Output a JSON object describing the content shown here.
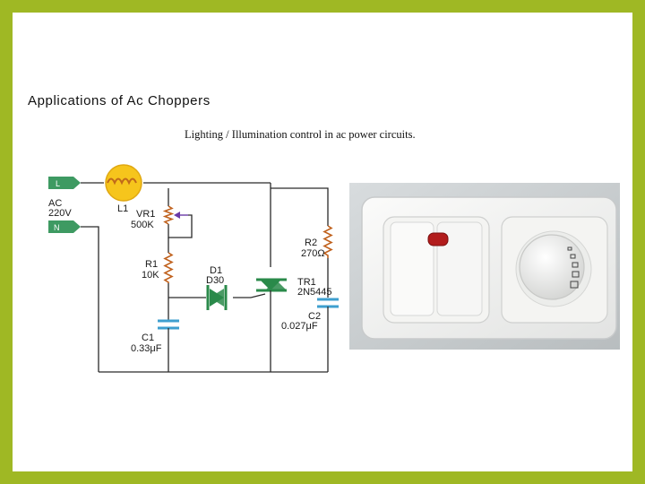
{
  "slide": {
    "title": "Applications of Ac Choppers",
    "caption": "Lighting / Illumination control in ac power circuits."
  },
  "circuit": {
    "terminal_live": "L",
    "terminal_neutral": "N",
    "supply_label": "AC",
    "supply_voltage": "220V",
    "lamp_label": "L1",
    "vr1_name": "VR1",
    "vr1_value": "500K",
    "r1_name": "R1",
    "r1_value": "10K",
    "d1_name": "D1",
    "d1_value": "D30",
    "tr1_name": "TR1",
    "tr1_value": "2N5445",
    "r2_name": "R2",
    "r2_value": "270Ω",
    "c1_name": "C1",
    "c1_value": "0.33μF",
    "c2_name": "C2",
    "c2_value": "0.027μF"
  },
  "colors": {
    "border": "#9fb824",
    "terminal": "#3e9a62",
    "lamp": "#f6c51c",
    "coil": "#c06a1a",
    "resistor": "#c0621e",
    "capacitor": "#3e9fcf",
    "triac": "#2a8a4a",
    "pot_arrow": "#6a3aa8"
  },
  "icons": {
    "photo": "wall-switch-and-dimmer-photo"
  }
}
